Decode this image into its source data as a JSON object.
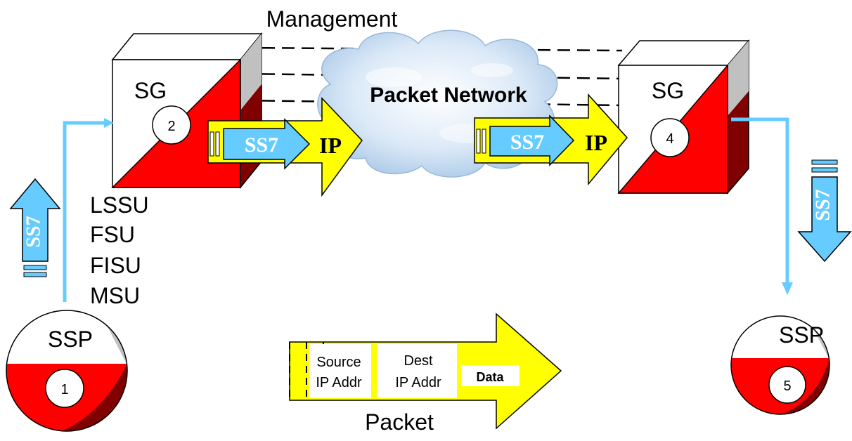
{
  "title": "Management",
  "cloud_label": "Packet Network",
  "packet_label": "Packet",
  "sg_left": {
    "label": "SG",
    "number": "2"
  },
  "sg_right": {
    "label": "SG",
    "number": "4"
  },
  "ssp_left": {
    "label": "SSP",
    "number": "1"
  },
  "ssp_right": {
    "label": "SSP",
    "number": "5"
  },
  "signal_units": [
    "LSSU",
    "FSU",
    "FISU",
    "MSU"
  ],
  "ss7_label": "SS7",
  "ip_label": "IP",
  "packet_fields": {
    "source": [
      "Source",
      "IP Addr"
    ],
    "dest": [
      "Dest",
      "IP Addr"
    ],
    "data": "Data"
  },
  "colors": {
    "red": "#ff0000",
    "dark_red": "#800000",
    "yellow": "#ffff00",
    "light_blue": "#66ccff",
    "blue_line": "#66ccff",
    "gray": "#c0c0c0"
  }
}
